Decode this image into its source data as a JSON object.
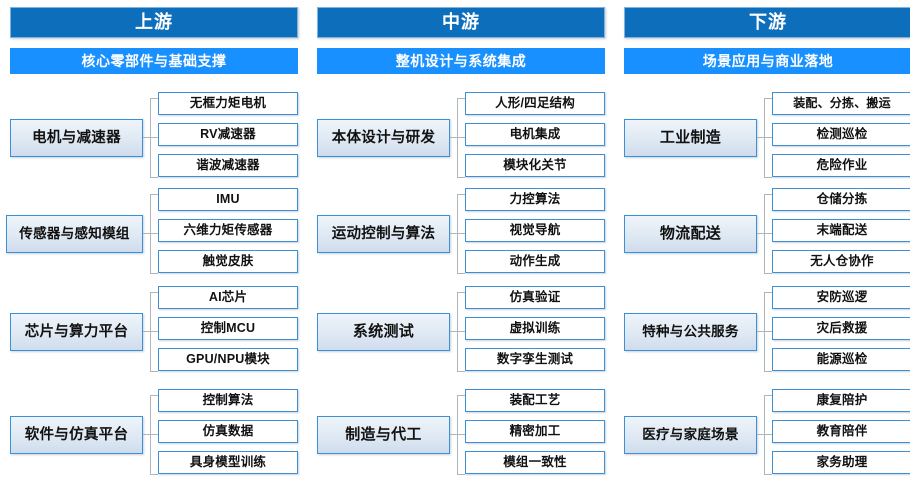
{
  "columns": [
    {
      "tier": "上游",
      "subtitle": "核心零部件与基础支撑",
      "groups": [
        {
          "parent": "电机与减速器",
          "children": [
            "无框力矩电机",
            "RV减速器",
            "谐波减速器"
          ]
        },
        {
          "parent": "传感器与感知模组",
          "children": [
            "IMU",
            "六维力矩传感器",
            "触觉皮肤"
          ]
        },
        {
          "parent": "芯片与算力平台",
          "children": [
            "AI芯片",
            "控制MCU",
            "GPU/NPU模块"
          ]
        },
        {
          "parent": "软件与仿真平台",
          "children": [
            "控制算法",
            "仿真数据",
            "具身模型训练"
          ]
        }
      ]
    },
    {
      "tier": "中游",
      "subtitle": "整机设计与系统集成",
      "groups": [
        {
          "parent": "本体设计与研发",
          "children": [
            "人形/四足结构",
            "电机集成",
            "模块化关节"
          ]
        },
        {
          "parent": "运动控制与算法",
          "children": [
            "力控算法",
            "视觉导航",
            "动作生成"
          ]
        },
        {
          "parent": "系统测试",
          "children": [
            "仿真验证",
            "虚拟训练",
            "数字孪生测试"
          ]
        },
        {
          "parent": "制造与代工",
          "children": [
            "装配工艺",
            "精密加工",
            "模组一致性"
          ]
        }
      ]
    },
    {
      "tier": "下游",
      "subtitle": "场景应用与商业落地",
      "groups": [
        {
          "parent": "工业制造",
          "children": [
            "装配、分拣、搬运",
            "检测巡检",
            "危险作业"
          ]
        },
        {
          "parent": "物流配送",
          "children": [
            "仓储分拣",
            "末端配送",
            "无人仓协作"
          ]
        },
        {
          "parent": "特种与公共服务",
          "children": [
            "安防巡逻",
            "灾后救援",
            "能源巡检"
          ]
        },
        {
          "parent": "医疗与家庭场景",
          "children": [
            "康复陪护",
            "教育陪伴",
            "家务助理"
          ]
        }
      ]
    }
  ],
  "colors": {
    "tier_title_bg": "#0d6fbc",
    "tier_sub_bg": "#1890ff",
    "box_border": "#3d8fd6",
    "parent_fill": "#dfe9f3",
    "child_fill": "#ffffff",
    "connector": "#aeb6bd",
    "text": "#111111"
  }
}
